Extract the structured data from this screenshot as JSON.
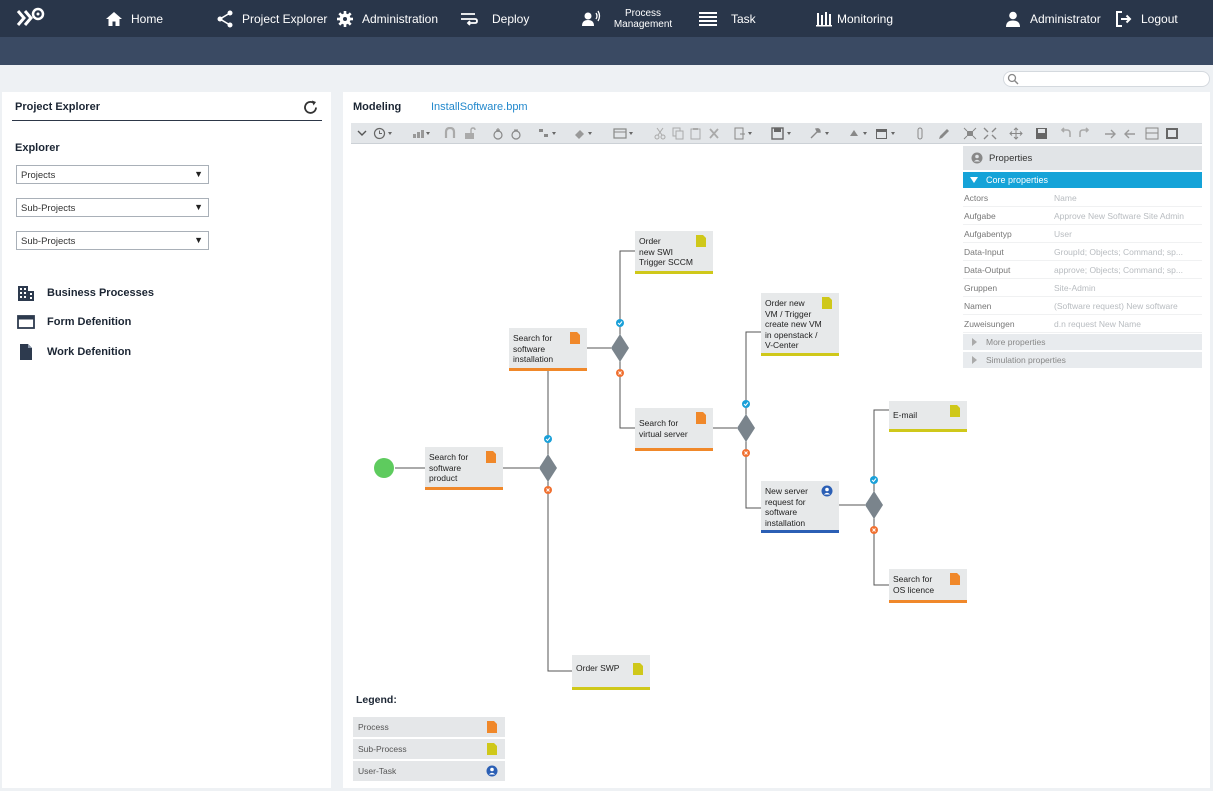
{
  "nav": {
    "home": "Home",
    "project_explorer": "Project Explorer",
    "administration": "Administration",
    "deploy": "Deploy",
    "process_management_line1": "Process",
    "process_management_line2": "Management",
    "task": "Task",
    "monitoring": "Monitoring",
    "user": "Administrator",
    "logout": "Logout"
  },
  "left": {
    "title": "Project Explorer",
    "explorer_label": "Explorer",
    "selects": [
      "Projects",
      "Sub-Projects",
      "Sub-Projects"
    ],
    "links": [
      "Business Processes",
      "Form Defenition",
      "Work Defenition"
    ]
  },
  "main": {
    "tab_modeling": "Modeling",
    "tab_file": "InstallSoftware.bpm"
  },
  "properties": {
    "header": "Properties",
    "core": "Core properties",
    "rows": [
      {
        "k": "Actors",
        "v": "Name"
      },
      {
        "k": "Aufgabe",
        "v": "Approve New Software Site Admin"
      },
      {
        "k": "Aufgabentyp",
        "v": "User"
      },
      {
        "k": "Data-Input",
        "v": "GroupId; Objects; Command; sp..."
      },
      {
        "k": "Data-Output",
        "v": "approve; Objects; Command; sp..."
      },
      {
        "k": "Gruppen",
        "v": "Site-Admin"
      },
      {
        "k": "Namen",
        "v": "(Software request) New software"
      },
      {
        "k": "Zuweisungen",
        "v": "d.n request New Name"
      }
    ],
    "more": "More properties",
    "simulation": "Simulation properties"
  },
  "tasks": {
    "search_software_product": "Search for\nsoftware product",
    "search_software_installation": "Search for\nsoftware\ninstallation",
    "order_swi": "Order\nnew SWI\nTrigger SCCM",
    "search_virtual_server": "Search for\nvirtual server",
    "order_new_vm": "Order new\nVM / Trigger\ncreate new VM\nin openstack /\nV-Center",
    "new_server_request": "New server\nrequest for\nsoftware\ninstallation",
    "email": "E-mail",
    "search_os_licence": "Search for\nOS licence",
    "order_swp": "Order SWP"
  },
  "legend": {
    "title": "Legend:",
    "process": "Process",
    "subprocess": "Sub-Process",
    "usertask": "User-Task"
  },
  "colors": {
    "process": "#f0882a",
    "subprocess": "#cfc81a",
    "usertask": "#2b5fb5",
    "start_event": "#5ecb5e",
    "gateway": "#7a848c",
    "ok_marker": "#1aa0d8",
    "fail_marker": "#f07030",
    "nav_bg": "#29364a",
    "accent": "#15a3d8"
  }
}
